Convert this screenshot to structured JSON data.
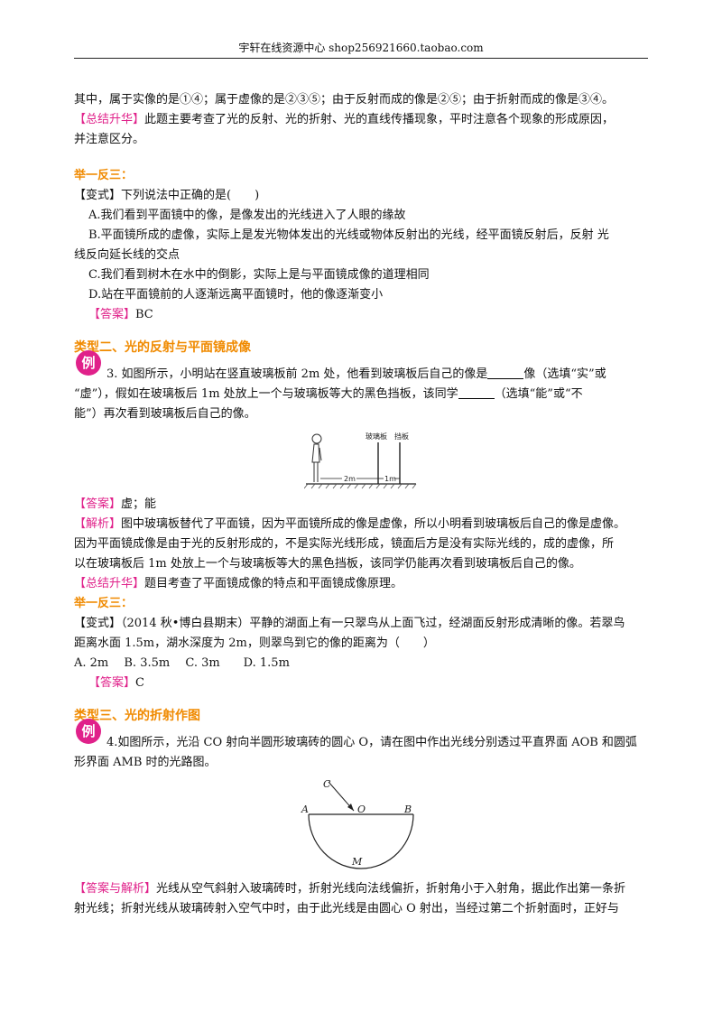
{
  "header": {
    "text": "宇轩在线资源中心  shop256921660.taobao.com"
  },
  "top": {
    "line1": "其中，属于实像的是①④；属于虚像的是②③⑤；由于反射而成的像是②⑤；由于折射而成的像是③④。",
    "summary_tag": "【总结升华】",
    "summary_text": "此题主要考查了光的反射、光的折射、光的直线传播现象，平时注意各个现象的形成原因，",
    "summary_text2": "并注意区分。"
  },
  "drill1": {
    "heading": "举一反三：",
    "question": "【变式】下列说法中正确的是(　　)",
    "optA": "A.我们看到平面镜中的像，是像发出的光线进入了人眼的缘故",
    "optB1": "B.平面镜所成的虚像，实际上是发光物体发出的光线或物体反射出的光线，经平面镜反射后，反射 光",
    "optB2": "线反向延长线的交点",
    "optC": "C.我们看到树木在水中的倒影，实际上是与平面镜成像的道理相同",
    "optD": "D.站在平面镜前的人逐渐远离平面镜时，他的像逐渐变小",
    "answer_tag": "【答案】",
    "answer": "BC"
  },
  "sec2": {
    "title": "类型二、光的反射与平面镜成像",
    "badge": "例",
    "q1a": "3.  如图所示，小明站在竖直玻璃板前 2m 处，他看到玻璃板后自己的像是",
    "q1b": "像（选填“实”或",
    "q2a": "“虚”），假如在玻璃板后 1m 处放上一个与玻璃板等大的黑色挡板，该同学",
    "q2b": "（选填“能”或“不",
    "q3": "能”）再次看到玻璃板后自己的像。",
    "fig": {
      "label_glass": "玻璃板",
      "label_board": "挡板",
      "label_2m": "2m",
      "label_1m": "1m"
    },
    "answer_tag": "【答案】",
    "answer": "虚；能",
    "analysis_tag": "【解析】",
    "analysis1": "图中玻璃板替代了平面镜，因为平面镜所成的像是虚像，所以小明看到玻璃板后自己的像是虚像。",
    "analysis2": "因为平面镜成像是由于光的反射形成的，不是实际光线形成，镜面后方是没有实际光线的，成的虚像，所",
    "analysis3": "以在玻璃板后 1m 处放上一个与玻璃板等大的黑色挡板，该同学仍能再次看到玻璃板后自己的像。",
    "summary_tag": "【总结升华】",
    "summary": "题目考查了平面镜成像的特点和平面镜成像原理。",
    "drill_heading": "举一反三：",
    "var_tag": "【变式】",
    "var1": "（2014 秋•博白县期末）平静的湖面上有一只翠鸟从上面飞过，经湖面反射形成清晰的像。若翠鸟",
    "var2": "距离水面 1.5m，湖水深度为 2m，则翠鸟到它的像的距离为（　　）",
    "var_opts": "A. 2m　 B. 3.5m　 C. 3m　　D. 1.5m",
    "var_answer_tag": "【答案】",
    "var_answer": "C"
  },
  "sec3": {
    "title": "类型三、光的折射作图",
    "badge": "例",
    "q1": "4.如图所示，光沿 CO 射向半圆形玻璃砖的圆心 O，请在图中作出光线分别透过平直界面 AOB 和圆弧",
    "q2": "形界面 AMB 时的光路图。",
    "fig": {
      "C": "C",
      "O": "O",
      "A": "A",
      "B": "B",
      "M": "M"
    },
    "ans_tag": "【答案与解析】",
    "ans1": "光线从空气斜射入玻璃砖时，折射光线向法线偏折，折射角小于入射角，据此作出第一条折",
    "ans2": "射光线；折射光线从玻璃砖射入空气中时，由于此光线是由圆心 O 射出，当经过第二个折射面时，正好与"
  }
}
